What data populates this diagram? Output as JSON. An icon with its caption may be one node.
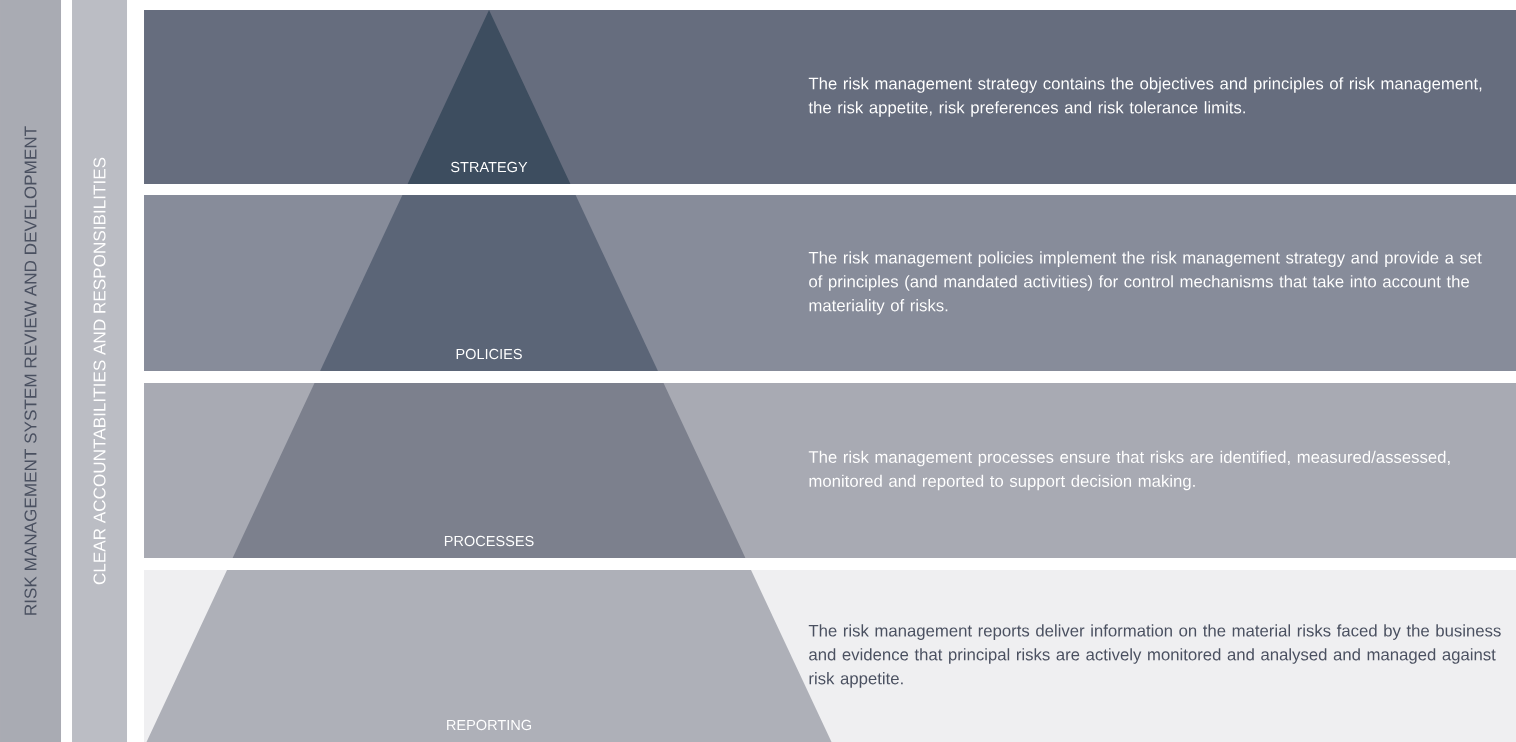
{
  "diagram": {
    "nodes": [
      {
        "text": [
          "RISK MANAGEMENT SYSTEM REVIEW AND DEVELOPMENT"
        ]
      },
      {
        "text": [
          "CLEAR ACCOUNTABILITIES AND RESPONSIBILITIES"
        ]
      },
      {
        "text": [
          "The risk management strategy contains the objectives and principles of risk management, the risk appetite, risk preferences and risk tolerance limits."
        ]
      },
      {
        "text": [
          "STRATEGY"
        ],
        "in": 2
      },
      {
        "text": [
          "The risk management policies implement the risk management strategy and provide a set of principles (and mandated activities) for control mechanisms that take into account the materiality of risks."
        ]
      },
      {
        "text": [
          "POLICIES"
        ],
        "in": 4
      },
      {
        "text": [
          "The risk management processes ensure that risks are identified, measured/assessed, monitored and reported to support decision making."
        ]
      },
      {
        "text": [
          "PROCESSES"
        ],
        "in": 6
      },
      {
        "text": [
          "The risk management reports deliver information on the material risks faced by the business and evidence that principal risks are actively monitored and analysed and managed against risk appetite."
        ]
      },
      {
        "text": [
          "REPORTING"
        ],
        "in": 8
      }
    ]
  }
}
